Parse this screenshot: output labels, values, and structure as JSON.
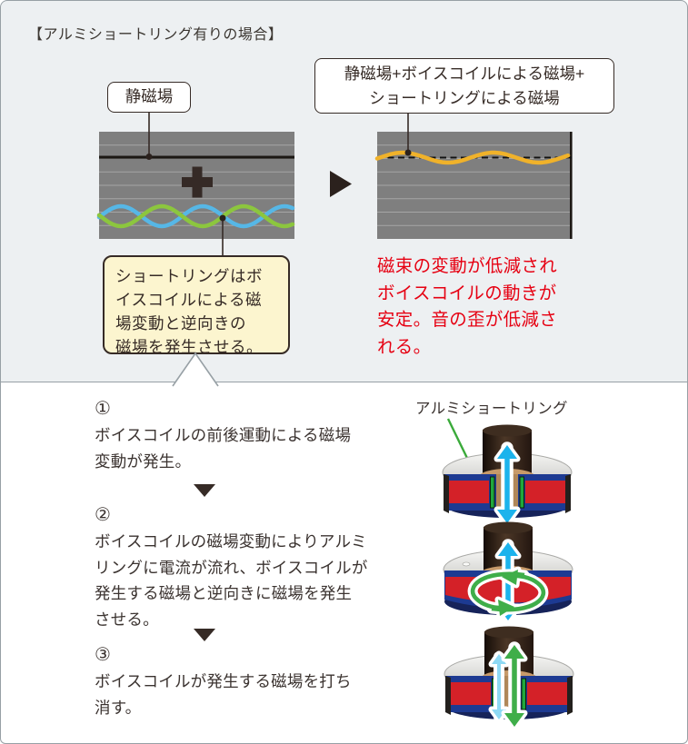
{
  "title": "【アルミショートリング有りの場合】",
  "top_section": {
    "label_static_field": "静磁場",
    "label_combined_field": "静磁場+ボイスコイルによる磁場+\nショートリングによる磁場",
    "callout_short_ring": "ショートリングはボ\nイスコイルによる磁\n場変動と逆向きの\n磁場を発生させる。",
    "result_text": "磁束の変動が低減され\nボイスコイルの動きが\n安定。音の歪が低減さ\nれる。",
    "colors": {
      "section_bg": "#edf0f2",
      "panel_bg": "#7f7f7f",
      "static_field_line": "#1c1814",
      "voice_coil_wave": "#56b7e6",
      "short_ring_wave": "#8cc63e",
      "combined_wave": "#f0b22a",
      "result_text": "#e60012",
      "callout_bg": "#fcf5cf"
    }
  },
  "steps": [
    {
      "number": "①",
      "text": "ボイスコイルの前後運動による磁場\n変動が発生。"
    },
    {
      "number": "②",
      "text": "ボイスコイルの磁場変動によりアルミ\nリングに電流が流れ、ボイスコイルが\n発生する磁場と逆向きに磁場を発生\nさせる。"
    },
    {
      "number": "③",
      "text": "ボイスコイルが発生する磁場を打ち\n消す。"
    }
  ],
  "illustration": {
    "label": "アルミショートリング",
    "speakers": [
      {
        "id": "speaker-step1",
        "variant": "cut",
        "arrows": [
          "vertical-cyan"
        ]
      },
      {
        "id": "speaker-step2",
        "variant": "band",
        "arrows": [
          "vertical-cyan",
          "circular-green"
        ]
      },
      {
        "id": "speaker-step3",
        "variant": "cut",
        "arrows": [
          "vertical-cyan-light",
          "vertical-green"
        ]
      }
    ],
    "colors": {
      "magnet_blue": "#1d3a92",
      "magnet_red": "#d42128",
      "short_ring_green": "#1fa83c",
      "arrow_cyan": "#1cb3ec",
      "arrow_green": "#3fae49",
      "leader_green": "#3aaa3a"
    }
  }
}
